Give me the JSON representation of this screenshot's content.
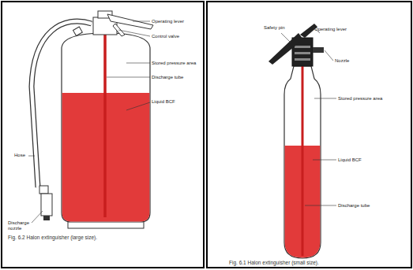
{
  "diagram": {
    "labels": [
      "Operating lever",
      "Control valve",
      "Stored pressure area",
      "Discharge tube",
      "Liquid BCF",
      "Hose",
      "Discharge nozzle",
      "Fig. 6.2 Halon extinguisher (large size).",
      "Safety pin",
      "Operating lever",
      "Nozzle",
      "Stored pressure area",
      "Liquid BCF",
      "Discharge tube",
      "Fig. 6.1 Halon extinguisher (small size)."
    ]
  }
}
